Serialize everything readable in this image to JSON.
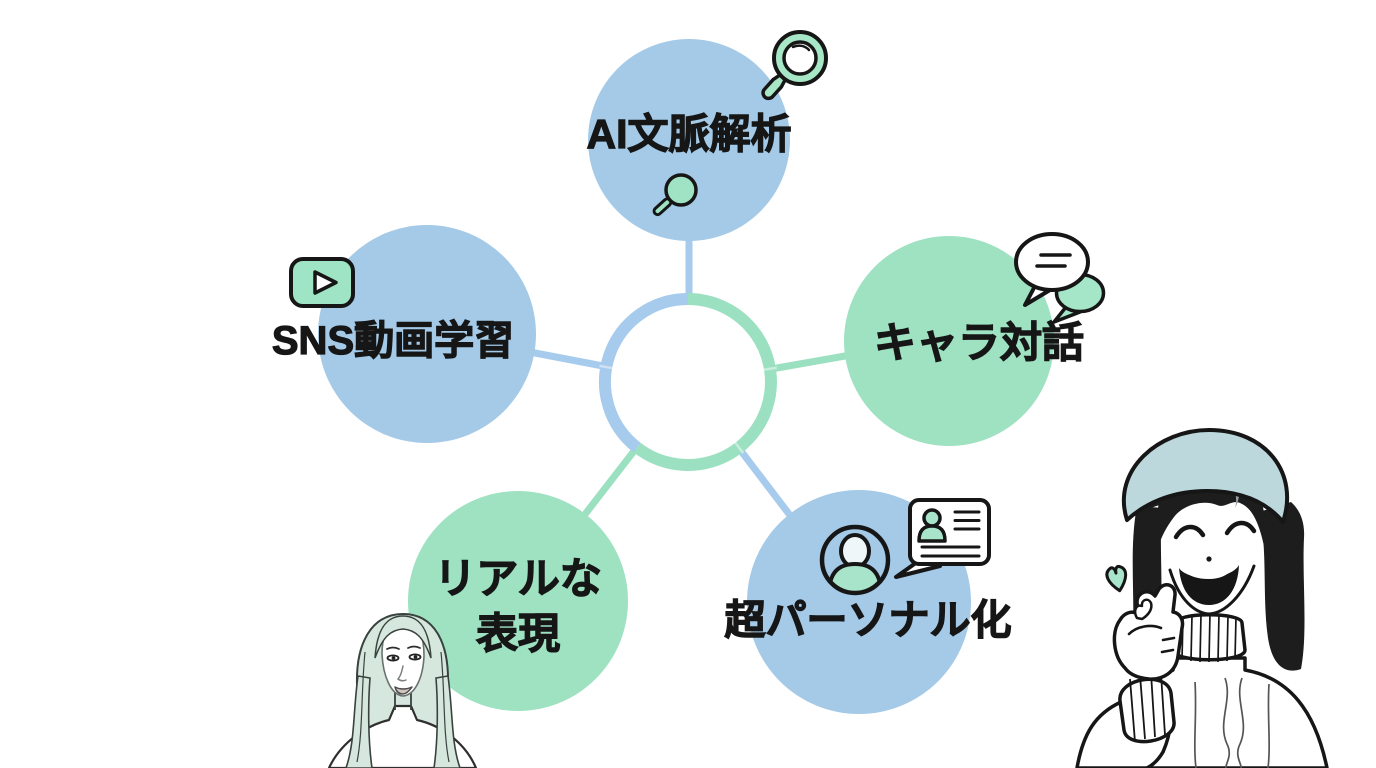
{
  "page": {
    "background": "#ffffff"
  },
  "diagram": {
    "type": "hub-and-spoke",
    "hub_colors": {
      "ring_blue": "#a6cbec",
      "ring_green": "#9be0c1"
    },
    "node_colors": {
      "blue": "#a4cae8",
      "green": "#9ee2c2"
    },
    "nodes": [
      {
        "id": "ai-context-analysis",
        "label": "AI文脈解析",
        "color": "#a4cae8",
        "icons": [
          "magnifier-icon-large",
          "magnifier-icon-small"
        ]
      },
      {
        "id": "sns-video-learning",
        "label": "SNS動画学習",
        "color": "#a4cae8",
        "icons": [
          "play-button-icon"
        ]
      },
      {
        "id": "character-dialogue",
        "label": "キャラ対話",
        "color": "#9ee2c2",
        "icons": [
          "speech-bubbles-icon"
        ]
      },
      {
        "id": "realistic-expression",
        "label": "リアルな\n表現",
        "color": "#9ee2c2",
        "icons": [
          "woman-line-art-illustration"
        ]
      },
      {
        "id": "hyper-personalization",
        "label": "超パーソナル化",
        "color": "#a4cae8",
        "icons": [
          "avatar-icon",
          "id-card-icon"
        ]
      }
    ],
    "accents": {
      "icon_green": "#a0e5c7",
      "beret_blue": "#bcd8dd",
      "heart_green": "#a9e4cc",
      "text_color": "#161616"
    }
  }
}
